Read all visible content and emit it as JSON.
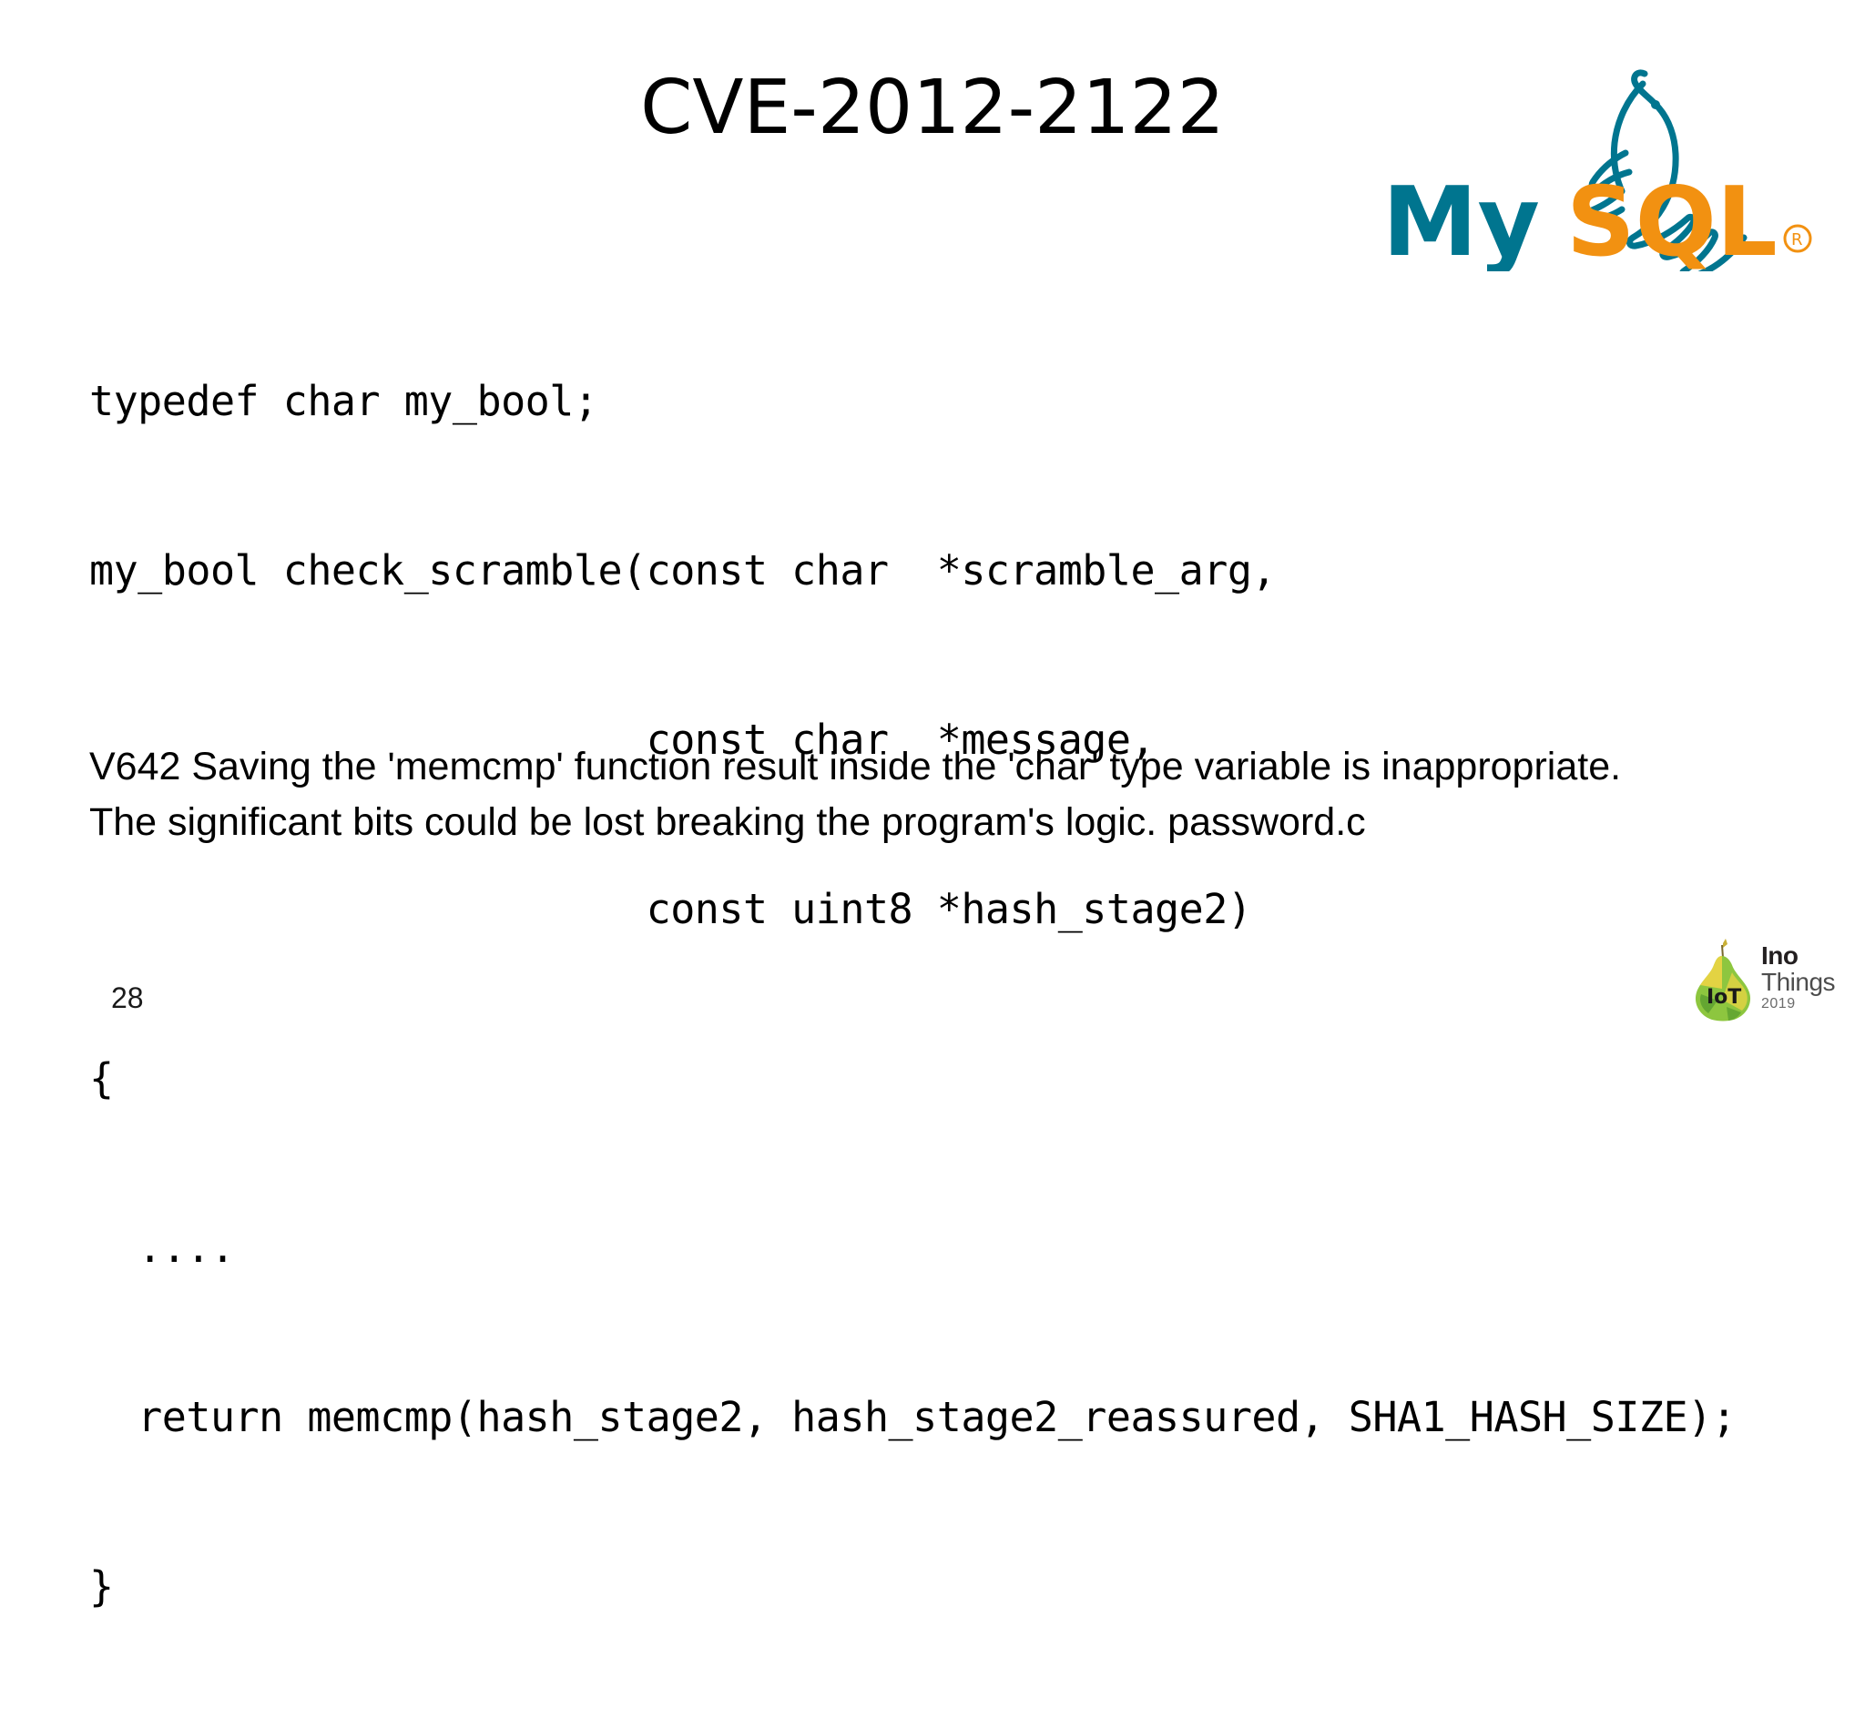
{
  "slide": {
    "title": "CVE-2012-2122",
    "number": "28",
    "code_lines": [
      "typedef char my_bool;",
      "my_bool check_scramble(const char  *scramble_arg,",
      "                       const char  *message,",
      "                       const uint8 *hash_stage2)",
      "{",
      "  ....",
      "  return memcmp(hash_stage2, hash_stage2_reassured, SHA1_HASH_SIZE);",
      "}"
    ],
    "description_lines": [
      "V642 Saving the 'memcmp' function result inside the 'char' type variable is inappropriate.",
      "The significant bits could be lost breaking the program's logic. password.c"
    ]
  },
  "mysql_logo": {
    "name": "mysql-logo",
    "word_my": "My",
    "word_sql": "SQL",
    "registered": "®",
    "teal": "#00758F",
    "orange": "#F29111"
  },
  "inothings_logo": {
    "name": "inothings-logo",
    "pear_label": "IoT",
    "word_ino": "Ino",
    "word_things": "Things",
    "year": "2019",
    "pear_green": "#8DC63F",
    "pear_yellow": "#F2D544"
  }
}
